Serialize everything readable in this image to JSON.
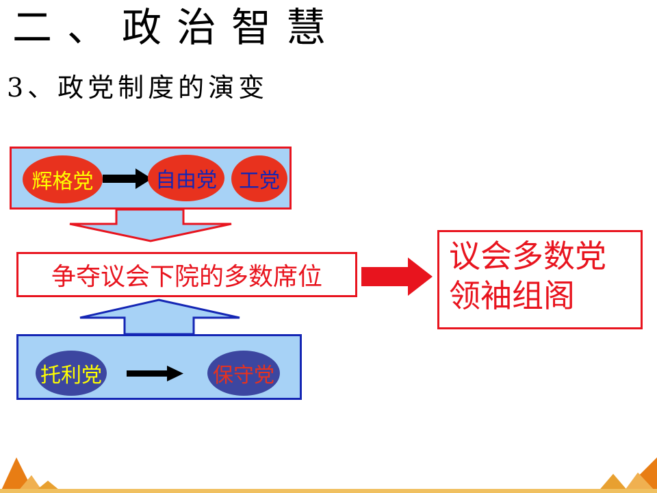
{
  "slide": {
    "title": "二、政治智慧",
    "subtitle": "3、政党制度的演变"
  },
  "top_group": {
    "from": "辉格党",
    "to_1": "自由党",
    "to_2": "工党"
  },
  "center_label": "争夺议会下院的多数席位",
  "bottom_group": {
    "from": "托利党",
    "to": "保守党"
  },
  "result": {
    "line_1": "议会多数党",
    "line_2": "领袖组阁"
  },
  "colors": {
    "red": "#e8141e",
    "blue": "#1426b4",
    "panel_fill": "#a7d2f6",
    "oval_red": "#e8321e",
    "oval_blue": "#3c46a0",
    "accent_yellow": "#ffff00",
    "accent_orange": "#e87d14"
  }
}
